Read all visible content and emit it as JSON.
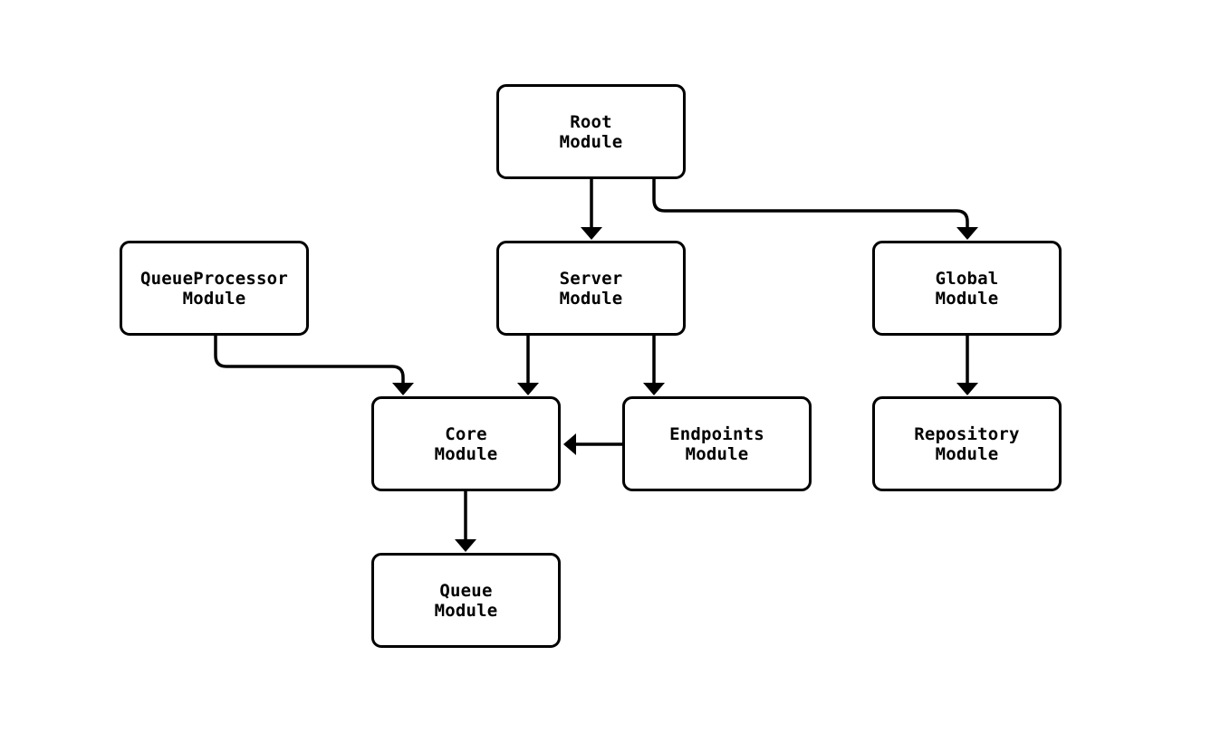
{
  "diagram": {
    "type": "module-dependency-flowchart",
    "colors": {
      "background": "#ffffff",
      "node_fill": "#ffffff",
      "node_border": "#000000",
      "text": "#000000",
      "edge": "#000000"
    },
    "nodes": {
      "root": {
        "label": "Root\nModule"
      },
      "queueprocessor": {
        "label": "QueueProcessor\nModule"
      },
      "server": {
        "label": "Server\nModule"
      },
      "global": {
        "label": "Global\nModule"
      },
      "core": {
        "label": "Core\nModule"
      },
      "endpoints": {
        "label": "Endpoints\nModule"
      },
      "repository": {
        "label": "Repository\nModule"
      },
      "queue": {
        "label": "Queue\nModule"
      }
    },
    "edges": [
      {
        "from": "root",
        "to": "server"
      },
      {
        "from": "root",
        "to": "global"
      },
      {
        "from": "queueprocessor",
        "to": "core"
      },
      {
        "from": "server",
        "to": "core"
      },
      {
        "from": "server",
        "to": "endpoints"
      },
      {
        "from": "endpoints",
        "to": "core"
      },
      {
        "from": "global",
        "to": "repository"
      },
      {
        "from": "core",
        "to": "queue"
      }
    ]
  }
}
